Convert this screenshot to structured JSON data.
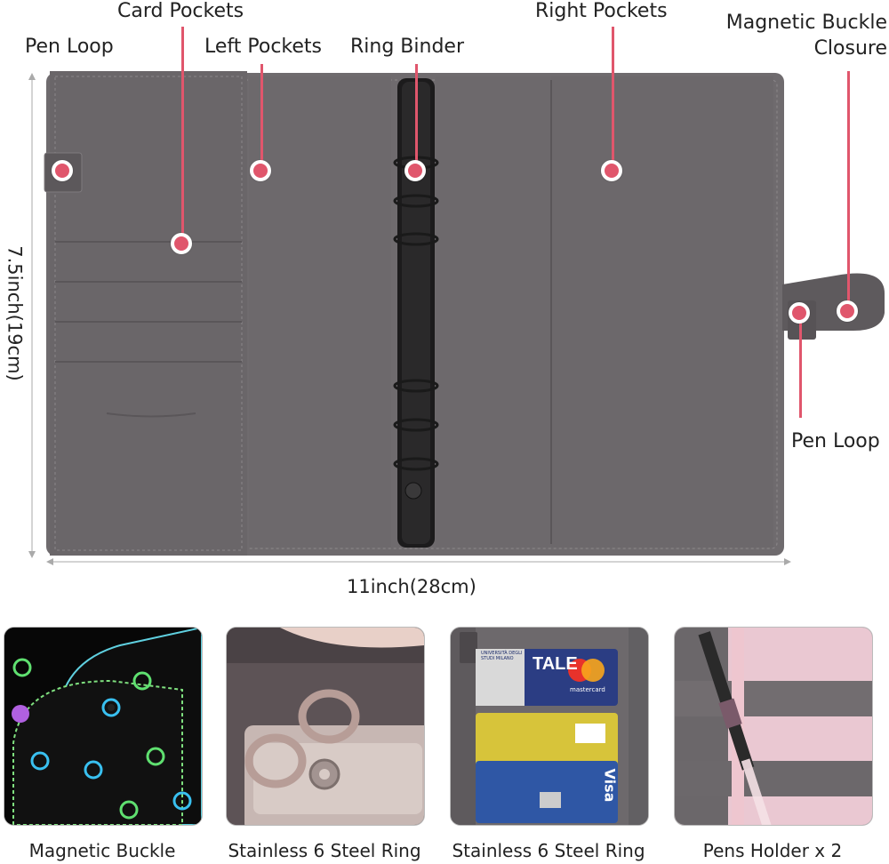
{
  "labels": {
    "card_pockets": "Card Pockets",
    "pen_loop_left": "Pen Loop",
    "left_pockets": "Left Pockets",
    "ring_binder": "Ring Binder",
    "right_pockets": "Right Pockets",
    "magnetic_closure": "Magnetic Buckle\nClosure",
    "pen_loop_right": "Pen Loop"
  },
  "dimensions": {
    "height": "7.5inch(19cm)",
    "width": "11inch(28cm)"
  },
  "captions": {
    "c1": "Magnetic Buckle",
    "c2": "Stainless 6 Steel Ring",
    "c3": "Stainless 6 Steel Ring",
    "c4": "Pens Holder x 2"
  },
  "card_text": {
    "tale": "TALE",
    "mastercard": "mastercard",
    "visa": "Visa",
    "universita": "UNIVERSITÀ DEGLI STUDI MILANO"
  },
  "colors": {
    "binder": "#6f6b6e",
    "accent": "#e0566c"
  }
}
